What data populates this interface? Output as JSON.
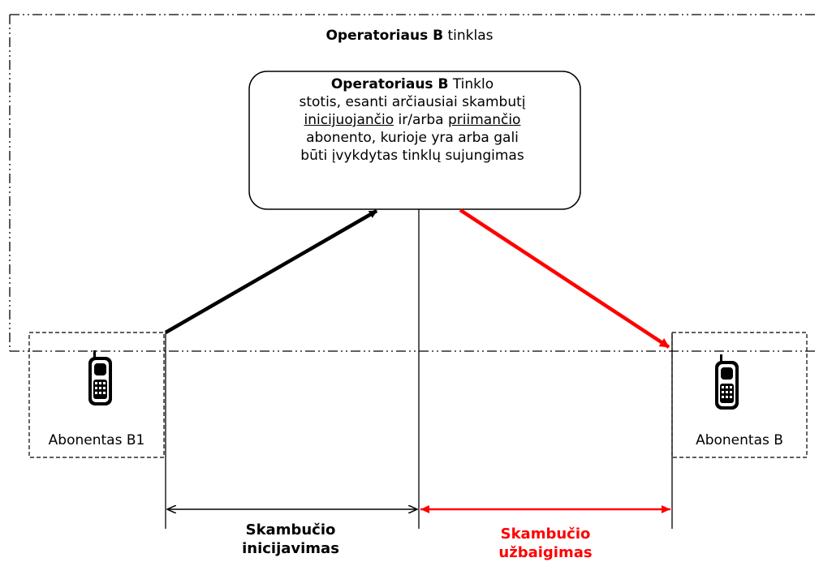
{
  "network": {
    "operator_bold": "Operatoriaus B",
    "label_rest": " tinklas"
  },
  "station": {
    "operator_bold": "Operatoriaus B",
    "line1_rest": " Tinklo",
    "line2": "stotis, esanti arčiausiai skambutį",
    "line3_u1": "inicijuojančio",
    "line3_mid": " ir/arba ",
    "line3_u2": "priimančio",
    "line4": "abonento, kurioje yra arba gali",
    "line5": "būti įvykdytas tinklų sujungimas"
  },
  "subscribers": {
    "left_label": "Abonentas B1",
    "right_label": "Abonentas B",
    "icon": "mobile-phone-icon"
  },
  "spans": {
    "origination": {
      "line1": "Skambučio",
      "line2": "inicijavimas",
      "color": "#000000"
    },
    "termination": {
      "line1": "Skambučio",
      "line2": "užbaigimas",
      "color": "#ff0000"
    }
  }
}
